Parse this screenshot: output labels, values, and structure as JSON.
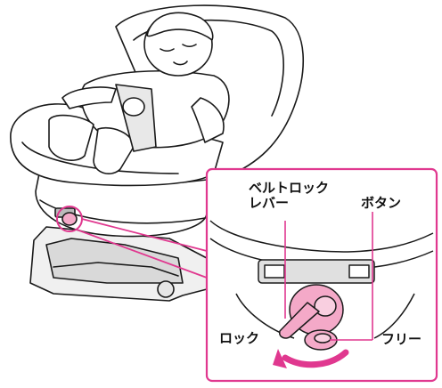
{
  "labels": {
    "belt_lock_lever_line1": "ベルトロック",
    "belt_lock_lever_line2": "レバー",
    "button": "ボタン",
    "lock": "ロック",
    "free": "フリー"
  },
  "colors": {
    "accent_pink": "#e0388f",
    "knob_fill": "#f4a9c8",
    "knob_light": "#f9cfe0",
    "arrow": "#e0388f",
    "outline": "#1a1a1a",
    "gray": "#cccccc"
  },
  "icons": {
    "seat": "child-car-seat-illustration",
    "knob": "belt-lock-knob",
    "arrow": "rotation-arrow-icon"
  }
}
